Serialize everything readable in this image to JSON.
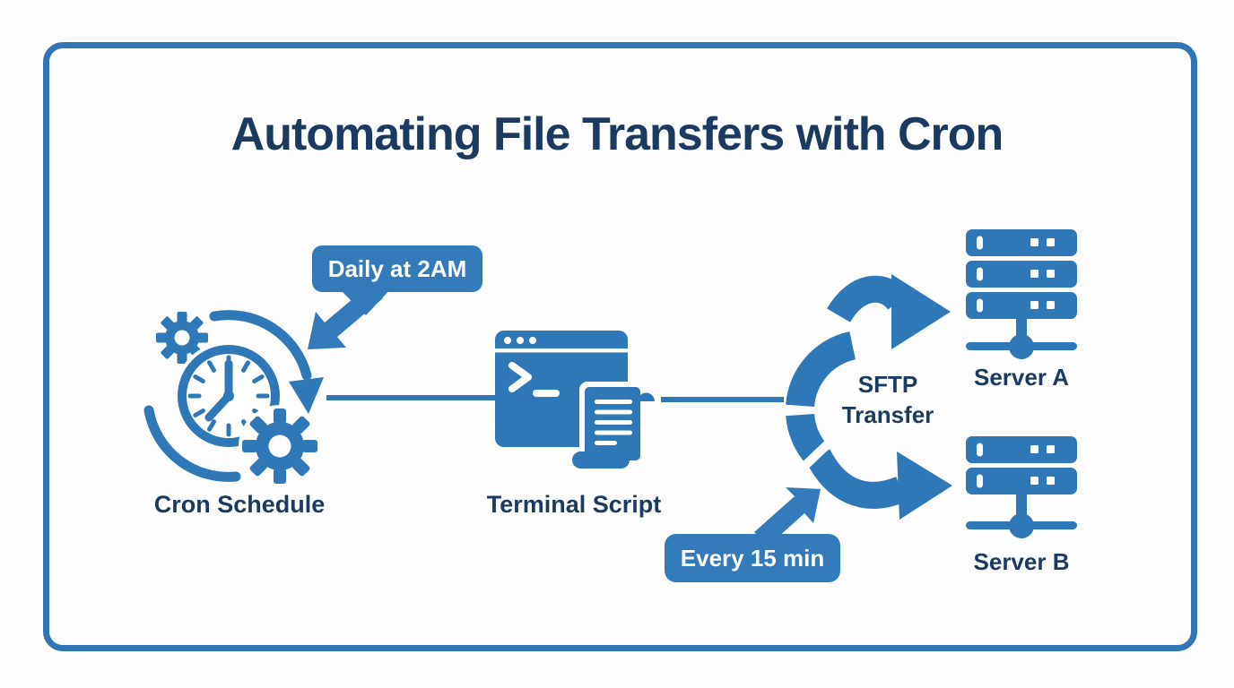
{
  "title": "Automating File Transfers with Cron",
  "colors": {
    "primary_blue": "#2e78b8",
    "badge_blue": "#337abb",
    "navy_text": "#1b3a5f",
    "frame_border": "#2f76b6",
    "background": "#fdfdfd"
  },
  "badges": [
    {
      "id": "daily",
      "label": "Daily at 2AM",
      "points_to": "cron"
    },
    {
      "id": "interval",
      "label": "Every 15 min",
      "points_to": "sftp"
    }
  ],
  "nodes": [
    {
      "id": "cron",
      "label": "Cron Schedule",
      "icon": "clock-gears-icon"
    },
    {
      "id": "terminal",
      "label": "Terminal Script",
      "icon": "terminal-script-icon"
    },
    {
      "id": "sftp",
      "label_line1": "SFTP",
      "label_line2": "Transfer",
      "icon": "circular-split-arrows-icon"
    },
    {
      "id": "server-a",
      "label": "Server A",
      "icon": "server-rack-icon",
      "rack_units": 3
    },
    {
      "id": "server-b",
      "label": "Server B",
      "icon": "server-rack-icon",
      "rack_units": 2
    }
  ],
  "flow": [
    "cron -> terminal",
    "terminal -> sftp",
    "sftp -> server-a",
    "sftp -> server-b"
  ]
}
